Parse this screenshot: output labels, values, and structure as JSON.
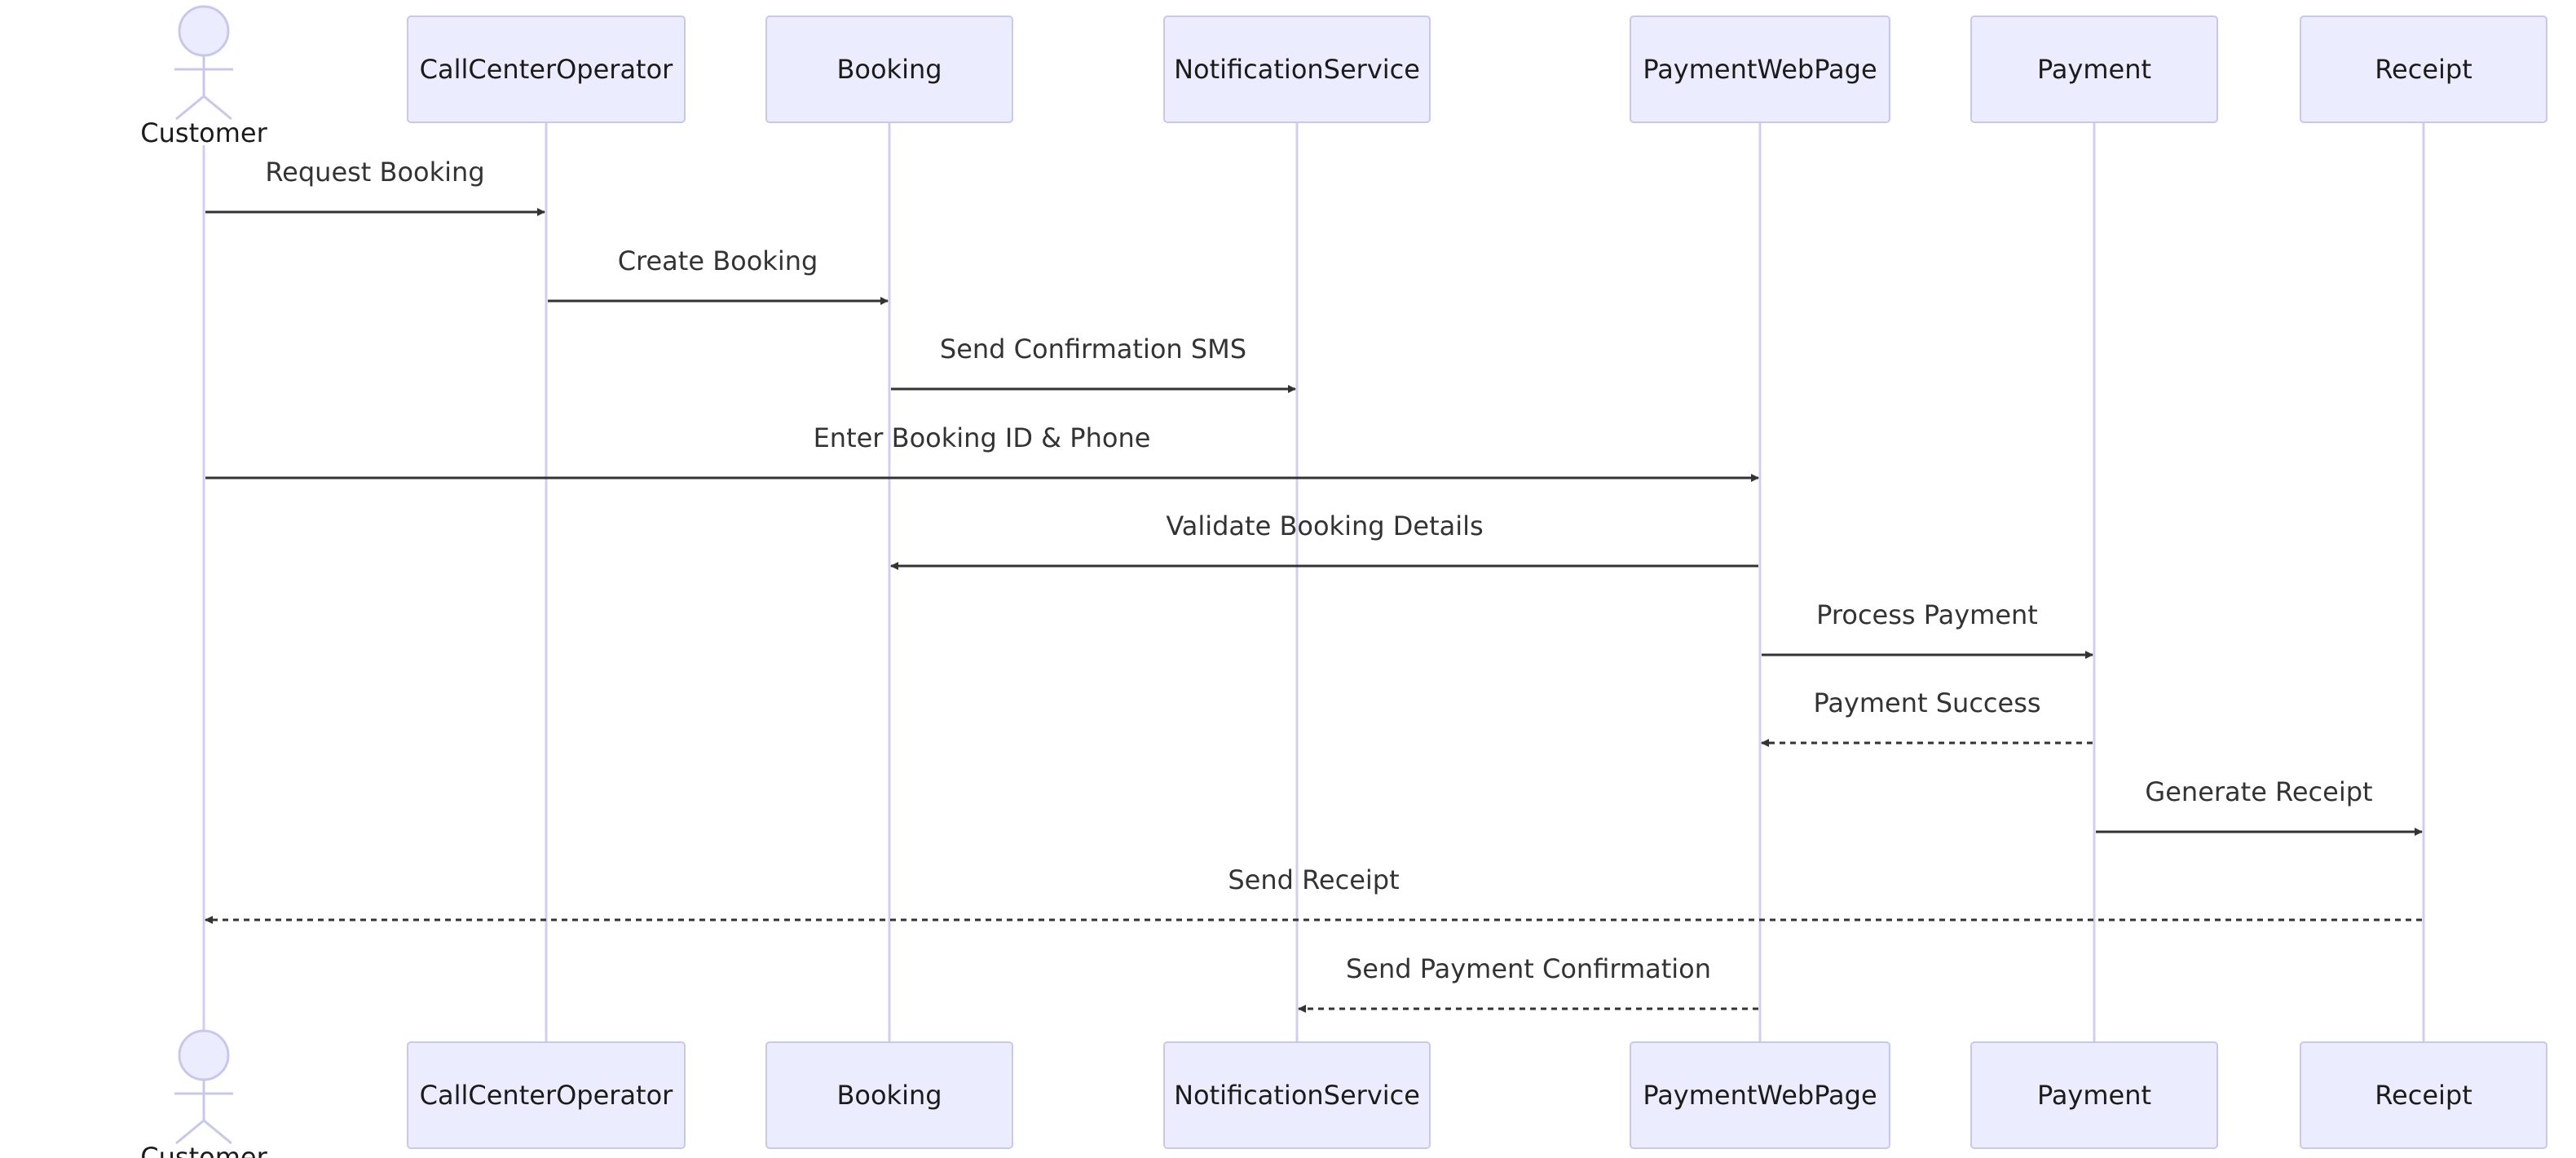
{
  "colors": {
    "participant_fill": "#ececff",
    "participant_stroke": "#c8c8ea",
    "lifeline": "#d2ccf0",
    "message": "#333333"
  },
  "actor": {
    "name": "Customer",
    "icon": "actor-stick-figure-icon"
  },
  "participants": [
    "CallCenterOperator",
    "Booking",
    "NotificationService",
    "PaymentWebPage",
    "Payment",
    "Receipt"
  ],
  "messages": [
    {
      "from": "Customer",
      "to": "CallCenterOperator",
      "label": "Request Booking",
      "style": "solid"
    },
    {
      "from": "CallCenterOperator",
      "to": "Booking",
      "label": "Create Booking",
      "style": "solid"
    },
    {
      "from": "Booking",
      "to": "NotificationService",
      "label": "Send Confirmation SMS",
      "style": "solid"
    },
    {
      "from": "Customer",
      "to": "PaymentWebPage",
      "label": "Enter Booking ID & Phone",
      "style": "solid"
    },
    {
      "from": "PaymentWebPage",
      "to": "Booking",
      "label": "Validate Booking Details",
      "style": "solid"
    },
    {
      "from": "PaymentWebPage",
      "to": "Payment",
      "label": "Process Payment",
      "style": "solid"
    },
    {
      "from": "Payment",
      "to": "PaymentWebPage",
      "label": "Payment Success",
      "style": "dashed"
    },
    {
      "from": "Payment",
      "to": "Receipt",
      "label": "Generate Receipt",
      "style": "solid"
    },
    {
      "from": "Receipt",
      "to": "Customer",
      "label": "Send Receipt",
      "style": "dashed"
    },
    {
      "from": "PaymentWebPage",
      "to": "NotificationService",
      "label": "Send Payment Confirmation",
      "style": "dashed"
    }
  ]
}
